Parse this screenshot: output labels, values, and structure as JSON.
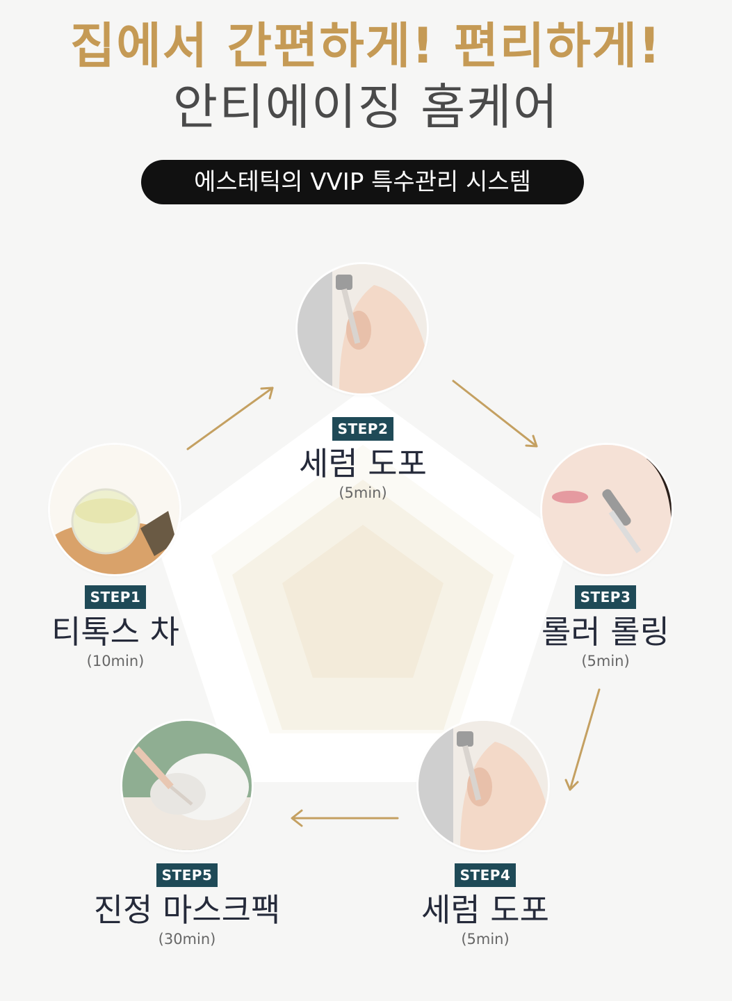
{
  "header": {
    "line1": "집에서 간편하게! 편리하게!",
    "line2": "안티에이징 홈케어",
    "pill": "에스테틱의 VVIP 특수관리 시스템"
  },
  "colors": {
    "accent_gold": "#c59a55",
    "badge": "#1f4a57",
    "title_text": "#252a3a",
    "pill_bg": "#111111"
  },
  "steps": [
    {
      "badge": "STEP1",
      "title": "티톡스 차",
      "duration": "(10min)",
      "image": "tea-cup-photo"
    },
    {
      "badge": "STEP2",
      "title": "세럼 도포",
      "duration": "(5min)",
      "image": "serum-dropper-photo"
    },
    {
      "badge": "STEP3",
      "title": "롤러 롤링",
      "duration": "(5min)",
      "image": "face-roller-photo"
    },
    {
      "badge": "STEP4",
      "title": "세럼 도포",
      "duration": "(5min)",
      "image": "serum-dropper-photo"
    },
    {
      "badge": "STEP5",
      "title": "진정 마스크팩",
      "duration": "(30min)",
      "image": "face-mask-photo"
    }
  ]
}
